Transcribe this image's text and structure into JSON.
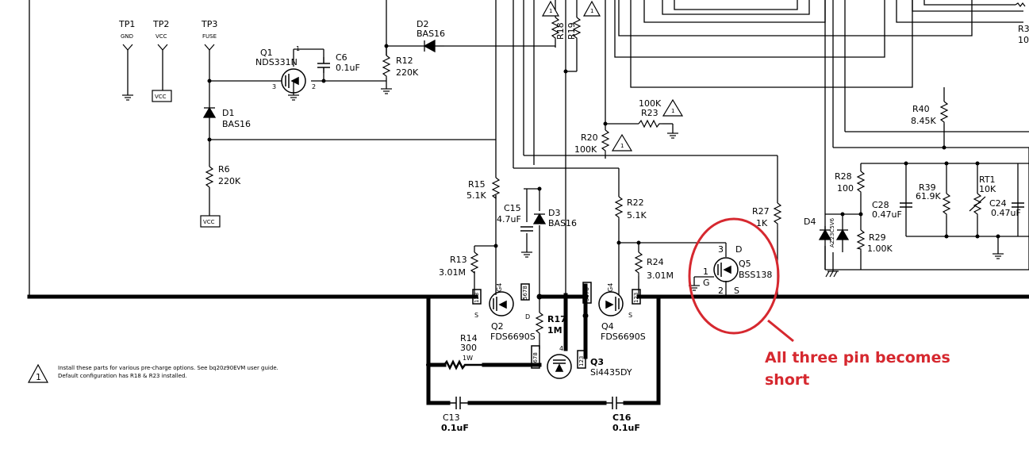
{
  "colors": {
    "annotation": "#d6282f",
    "wire": "#000000",
    "background": "#ffffff"
  },
  "test_points": {
    "tp1": {
      "ref": "TP1",
      "name": "GND"
    },
    "tp2": {
      "ref": "TP2",
      "name": "VCC"
    },
    "tp3": {
      "ref": "TP3",
      "name": "FUSE"
    },
    "vcc_box": "VCC"
  },
  "parts": {
    "q1": {
      "ref": "Q1",
      "value": "NDS331N",
      "pin1": "1",
      "pin2": "2",
      "pin3": "3"
    },
    "c6": {
      "ref": "C6",
      "value": "0.1uF"
    },
    "r12": {
      "ref": "R12",
      "value": "220K"
    },
    "d2": {
      "ref": "D2",
      "value": "BAS16"
    },
    "d1": {
      "ref": "D1",
      "value": "BAS16"
    },
    "r6": {
      "ref": "R6",
      "value": "220K"
    },
    "r18": {
      "ref": "R18"
    },
    "r19": {
      "ref": "R19"
    },
    "r20": {
      "ref": "R20",
      "value": "100K"
    },
    "r23": {
      "ref": "R23",
      "value": "100K"
    },
    "r15": {
      "ref": "R15",
      "value": "5.1K"
    },
    "c15": {
      "ref": "C15",
      "value": "4.7uF"
    },
    "d3": {
      "ref": "D3",
      "value": "BAS16"
    },
    "r22": {
      "ref": "R22",
      "value": "5.1K"
    },
    "r13": {
      "ref": "R13",
      "value": "3.01M"
    },
    "r24": {
      "ref": "R24",
      "value": "3.01M"
    },
    "q2": {
      "ref": "Q2",
      "value": "FDS6690S",
      "pin_g": "G4",
      "pin_s": "S",
      "pin_d": "D",
      "pins_a": "123",
      "pins_b": "5678"
    },
    "q4": {
      "ref": "Q4",
      "value": "FDS6690S",
      "pin_g": "G4",
      "pin_s": "S",
      "pins_a": "123",
      "pins_b": "5678"
    },
    "r17": {
      "ref": "R17",
      "value": "1M"
    },
    "r14": {
      "ref": "R14",
      "value": "300",
      "power": "1W"
    },
    "q3": {
      "ref": "Q3",
      "value": "Si4435DY",
      "pin4": "4",
      "pins_a": "5678",
      "pins_b": "123"
    },
    "c13": {
      "ref": "C13",
      "value": "0.1uF"
    },
    "c16": {
      "ref": "C16",
      "value": "0.1uF"
    },
    "q5": {
      "ref": "Q5",
      "value": "BSS138",
      "pin_d": "D",
      "pin_g": "G",
      "pin_s": "S",
      "num3": "3",
      "num1": "1",
      "num2": "2"
    },
    "r27": {
      "ref": "R27",
      "value": "1K"
    },
    "r40": {
      "ref": "R40",
      "value": "8.45K"
    },
    "r28": {
      "ref": "R28",
      "value": "100"
    },
    "r39": {
      "ref": "R39",
      "value": "61.9K"
    },
    "rt1": {
      "ref": "RT1",
      "value": "10K"
    },
    "c28": {
      "ref": "C28",
      "value": "0.47uF"
    },
    "c24": {
      "ref": "C24",
      "value": "0.47uF"
    },
    "d4": {
      "ref": "D4",
      "value": "AZ23C5V6"
    },
    "r29": {
      "ref": "R29",
      "value": "1.00K"
    },
    "r3x": {
      "ref": "R3",
      "value": "10"
    }
  },
  "option_marker": "1",
  "note": {
    "line1": "Install these parts for various pre-charge options. See bq20z90EVM user guide.",
    "line2": "Default configuration has R18 & R23 installed."
  },
  "annotation": {
    "line1": "All three pin becomes",
    "line2": "short"
  }
}
